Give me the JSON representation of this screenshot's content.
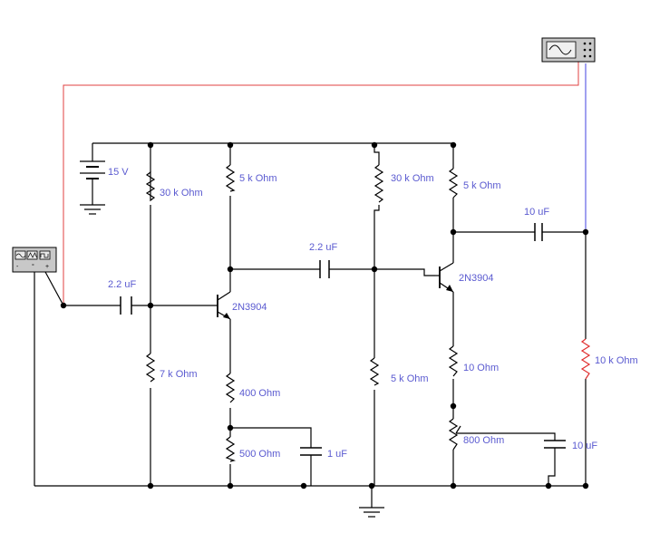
{
  "labels": {
    "battery": "15 V",
    "r1": "30 k Ohm",
    "r2": "7 k Ohm",
    "c_in": "2.2 uF",
    "q1": "2N3904",
    "rc1": "5 k Ohm",
    "re1a": "400  Ohm",
    "re1b": "500  Ohm",
    "ce1": "1 uF",
    "c_couple": "2.2 uF",
    "r3": "30 k Ohm",
    "r4": "5 k Ohm",
    "q2": "2N3904",
    "rc2": "5 k Ohm",
    "re2a": "10  Ohm",
    "re2b": "800  Ohm",
    "ce2": "10 uF",
    "c_out": "10 uF",
    "r_load": "10 k Ohm"
  },
  "colors": {
    "wire": "#000000",
    "probe_in": "#e04040",
    "probe_out": "#4040e0",
    "label": "#5a5ad0",
    "load_resistor": "#e03030"
  },
  "instruments": {
    "function_generator_icon": "function-generator-icon",
    "oscilloscope_icon": "oscilloscope-icon"
  }
}
